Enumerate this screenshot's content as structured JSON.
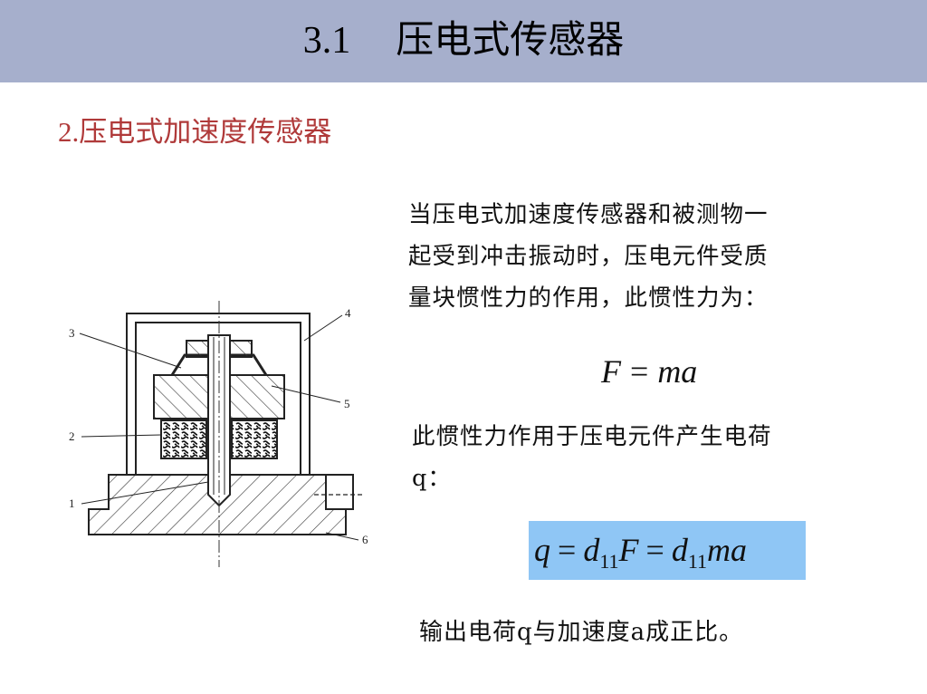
{
  "header": {
    "number": "3.1",
    "title": "压电式传感器"
  },
  "section": {
    "number": "2.",
    "title": "压电式加速度传感器"
  },
  "paragraph1": {
    "line1": "当压电式加速度传感器和被测物一",
    "line2": "起受到冲击振动时，压电元件受质",
    "line3": "量块惯性力的作用，此惯性力为："
  },
  "formula1": {
    "lhs": "F",
    "eq": "=",
    "rhs": "ma"
  },
  "paragraph2": {
    "line1": "此惯性力作用于压电元件产生电荷",
    "line2": "q："
  },
  "formula2": {
    "q": "q",
    "eq1": "=",
    "d1": "d",
    "sub1": "11",
    "F": "F",
    "eq2": "=",
    "d2": "d",
    "sub2": "11",
    "ma": "ma"
  },
  "conclusion": "输出电荷q与加速度a成正比。",
  "diagram": {
    "callouts": [
      "1",
      "2",
      "3",
      "4",
      "5",
      "6"
    ]
  },
  "colors": {
    "header_bg": "#a6afcc",
    "section_heading": "#b03a3a",
    "formula_highlight": "#8fc6f5"
  }
}
